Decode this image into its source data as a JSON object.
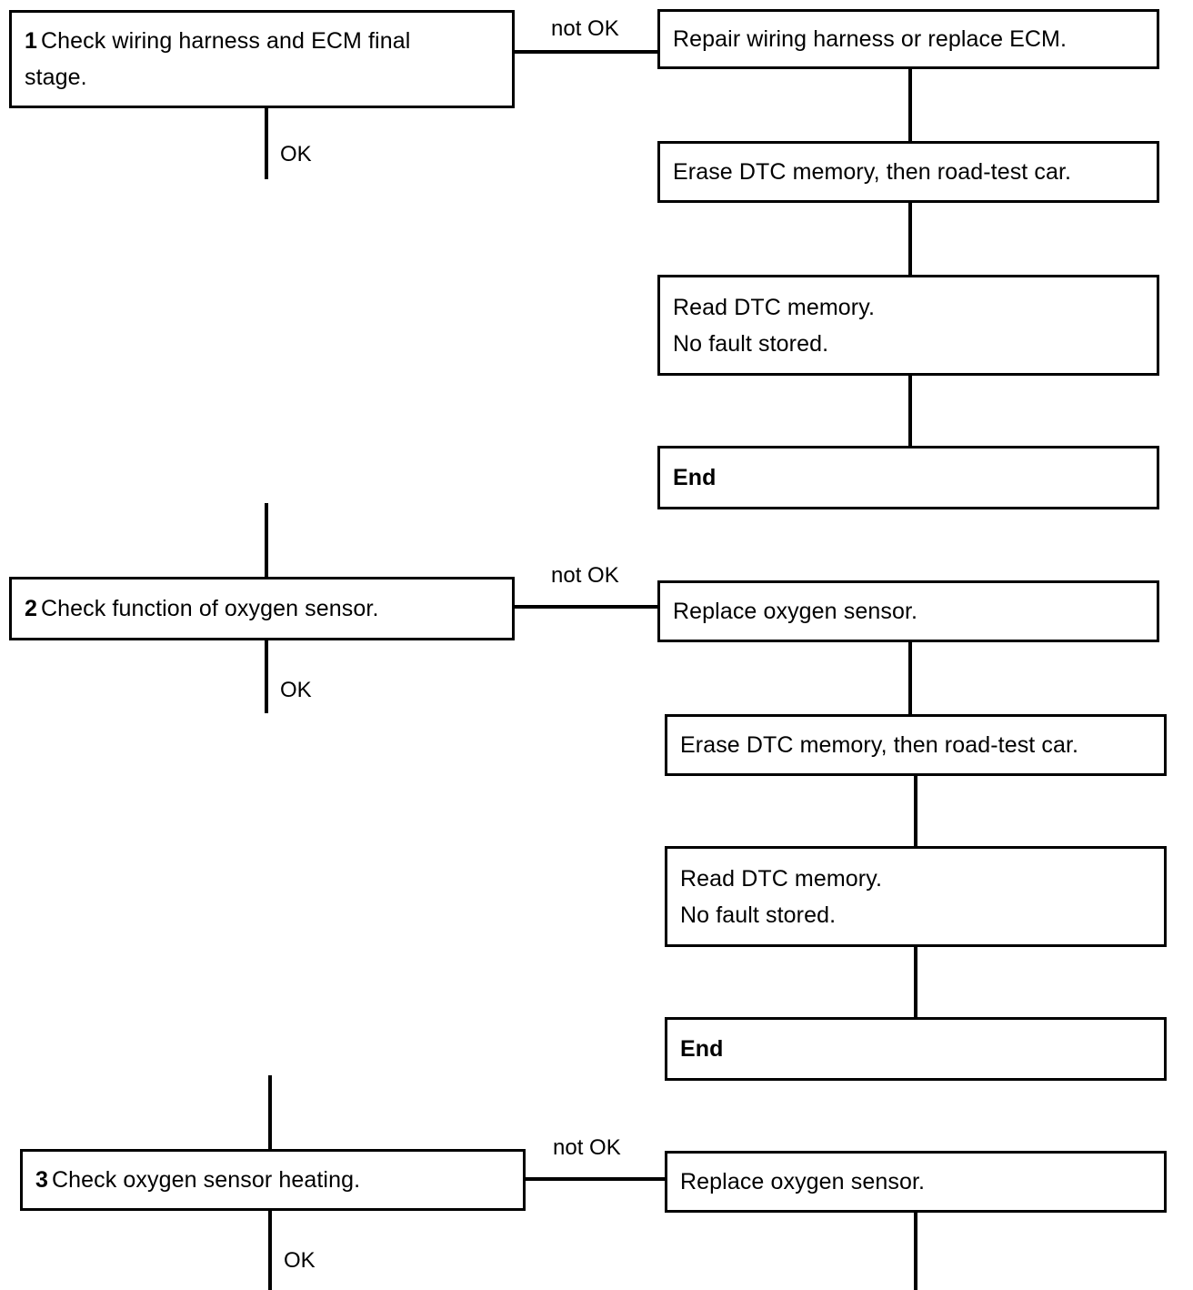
{
  "diagram": {
    "title": "Oxygen sensor / ECM diagnostic flowchart",
    "colors": {
      "ink": "#000000",
      "paper": "#ffffff"
    },
    "labels": {
      "ok": "OK",
      "not_ok": "not OK"
    },
    "nodes": {
      "step1": {
        "num": "1",
        "text": "Check wiring harness and ECM final",
        "text2": "stage."
      },
      "step1_fix": {
        "text": "Repair wiring harness or replace ECM."
      },
      "step1_erase": {
        "text": "Erase DTC memory, then road-test car."
      },
      "step1_read": {
        "text": "Read DTC memory.",
        "text2": "No fault stored."
      },
      "step1_end": {
        "text": "End"
      },
      "step2": {
        "num": "2",
        "text": "Check function of oxygen sensor."
      },
      "step2_fix": {
        "text": "Replace oxygen sensor."
      },
      "step2_erase": {
        "text": "Erase DTC memory, then road-test car."
      },
      "step2_read": {
        "text": "Read DTC memory.",
        "text2": "No fault stored."
      },
      "step2_end": {
        "text": "End"
      },
      "step3": {
        "num": "3",
        "text": "Check oxygen sensor heating."
      },
      "step3_fix": {
        "text": "Replace oxygen sensor."
      }
    },
    "edges": {
      "e1_notok": "not OK",
      "e1_ok": "OK",
      "e2_notok": "not OK",
      "e2_ok": "OK",
      "e3_notok": "not OK",
      "e3_ok": "OK"
    }
  }
}
